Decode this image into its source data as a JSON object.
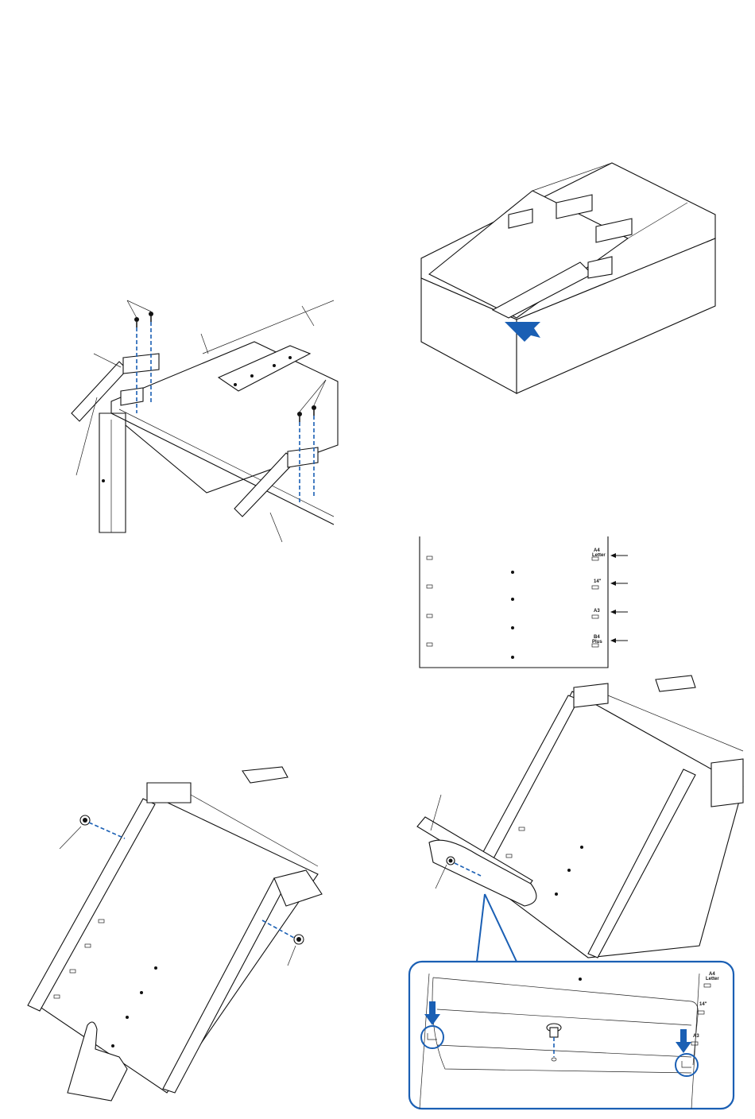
{
  "paper_size_labels": {
    "a4_letter": "A4\nLetter",
    "size_14": "14\"",
    "a3": "A3",
    "b4_plus": "B4\nPlus"
  },
  "zoom_labels": {
    "a4_letter": "A4\nLetter",
    "size_14": "14\"",
    "a3": "A3"
  },
  "colors": {
    "accent": "#1a5fb4",
    "line": "#111111"
  }
}
